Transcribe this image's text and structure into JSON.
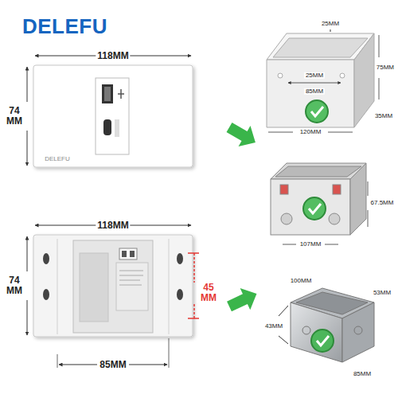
{
  "diagram": {
    "title": "DELEFU",
    "labels": [
      "118MM",
      "74 MM",
      "DELEFU",
      "118MM",
      "74 MM",
      "45 MM",
      "85MM",
      "25MM",
      "75MM",
      "25MM",
      "85MM",
      "120MM",
      "35MM",
      "67.5MM",
      "107MM",
      "100MM",
      "53MM",
      "43MM",
      "85MM"
    ]
  }
}
